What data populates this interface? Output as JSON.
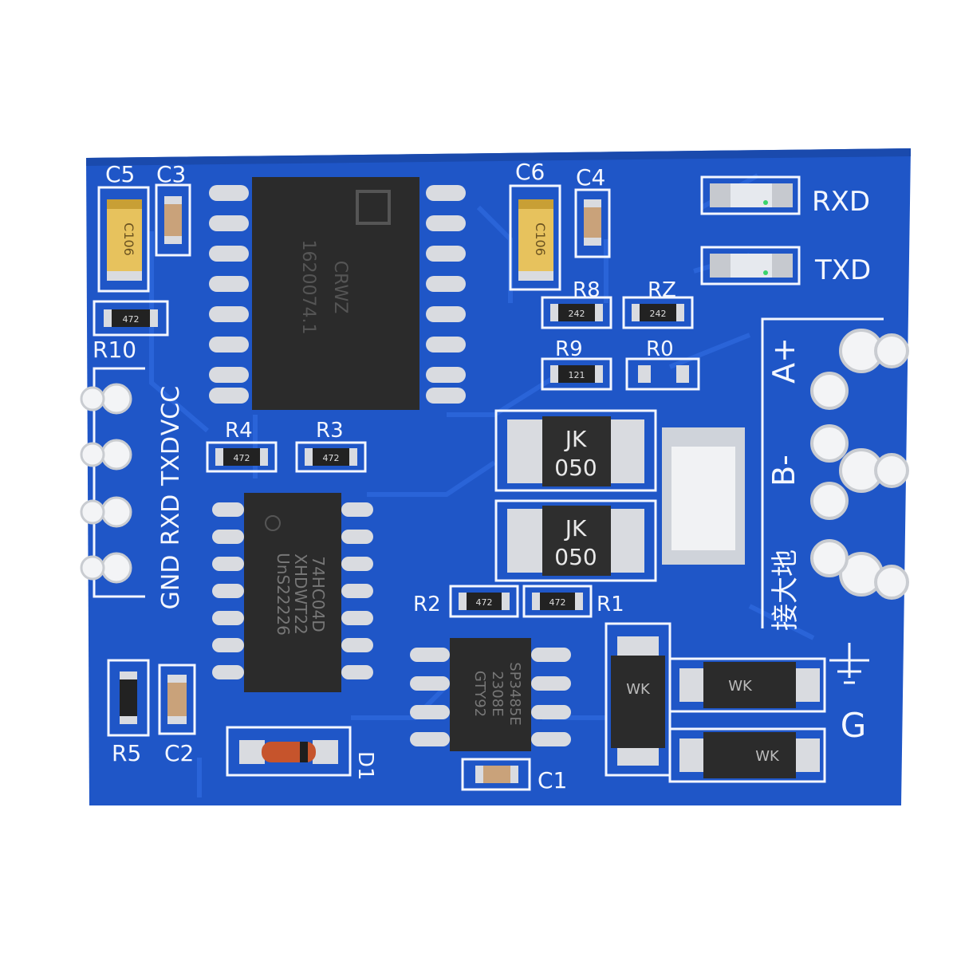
{
  "board": {
    "color": "#1f56c7",
    "silkscreen_color": "#f4f7ff",
    "pad_color": "#d7dbe0"
  },
  "labels": {
    "c5": "C5",
    "c3": "C3",
    "c6": "C6",
    "c4": "C4",
    "rxd_led": "RXD",
    "txd_led": "TXD",
    "r8": "R8",
    "rz": "RZ",
    "r9": "R9",
    "r0": "R0",
    "r10": "R10",
    "r4": "R4",
    "r3": "R3",
    "r2": "R2",
    "r1": "R1",
    "r5": "R5",
    "c2": "C2",
    "c1": "C1",
    "d1": "D1",
    "vcc": "VCC",
    "txd": "TXD",
    "rxd": "RXD",
    "gnd": "GND",
    "a_plus": "A+",
    "b_minus": "B-",
    "earth": "接大地",
    "g": "G"
  },
  "components": {
    "tant_c5": "C106",
    "tant_c6": "C106",
    "r10_code": "472",
    "r4_code": "472",
    "r3_code": "472",
    "r2_code": "472",
    "r1_code": "472",
    "r8_code": "242",
    "rz_code": "242",
    "r9_code": "121",
    "fuse_top_line1": "JK",
    "fuse_top_line2": "050",
    "fuse_bot_line1": "JK",
    "fuse_bot_line2": "050",
    "ic_isolator_lines": [
      "CRWZ",
      "1620074.1"
    ],
    "ic_74hc_lines": [
      "74HC04D",
      "XHDWT22",
      "UnS22226"
    ],
    "ic_sp_lines": [
      "SP3485E",
      "2308E",
      "GTY92"
    ],
    "tvs_mark": "WK"
  }
}
